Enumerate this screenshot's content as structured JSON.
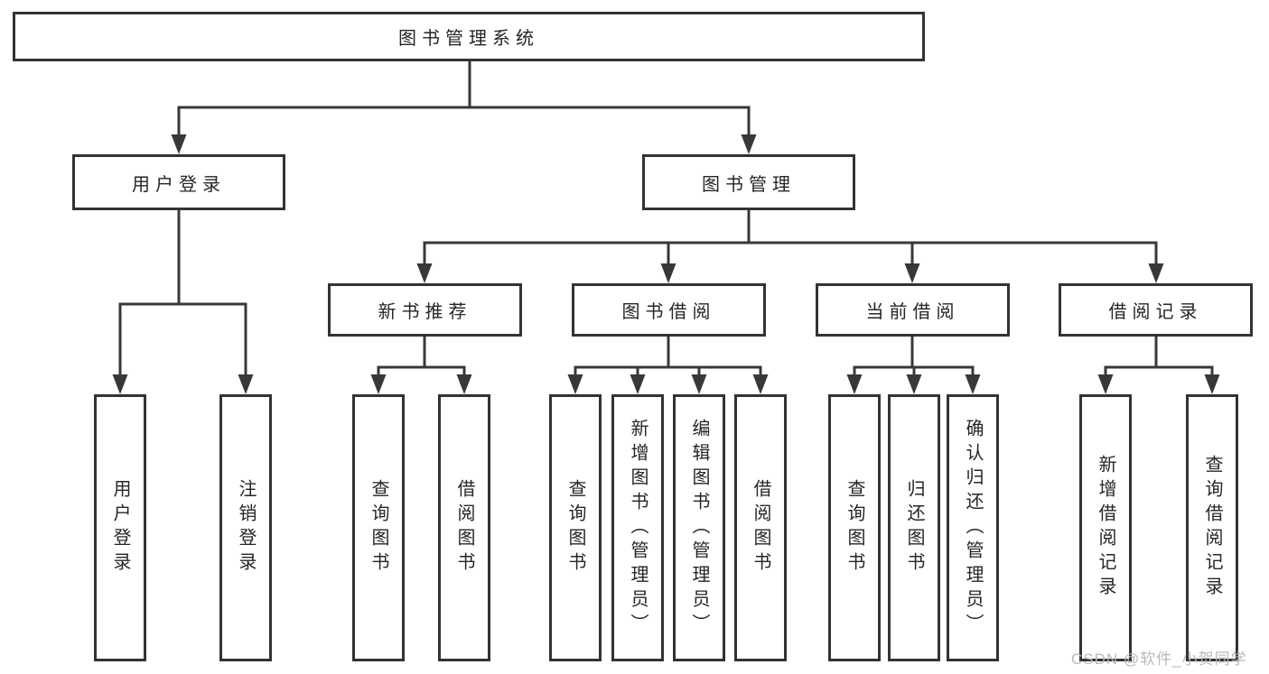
{
  "diagram": {
    "tree": {
      "root": {
        "label": "图书管理系统"
      },
      "user_login": {
        "label": "用户登录",
        "children": [
          {
            "label": "用户登录"
          },
          {
            "label": "注销登录"
          }
        ]
      },
      "book_mgmt": {
        "label": "图书管理"
      },
      "sections": [
        {
          "label": "新书推荐",
          "children": [
            {
              "label": "查询图书"
            },
            {
              "label": "借阅图书"
            }
          ]
        },
        {
          "label": "图书借阅",
          "children": [
            {
              "label": "查询图书"
            },
            {
              "label": "新增图书（管理员）"
            },
            {
              "label": "编辑图书（管理员）"
            },
            {
              "label": "借阅图书"
            }
          ]
        },
        {
          "label": "当前借阅",
          "children": [
            {
              "label": "查询图书"
            },
            {
              "label": "归还图书"
            },
            {
              "label": "确认归还（管理员）"
            }
          ]
        },
        {
          "label": "借阅记录",
          "children": [
            {
              "label": "新增借阅记录"
            },
            {
              "label": "查询借阅记录"
            }
          ]
        }
      ]
    },
    "colors": {
      "background": "#ffffff",
      "box_border": "#333333",
      "line": "#383838",
      "text": "#262626",
      "watermark": "#b9b9b9"
    }
  },
  "watermark": {
    "text": "CSDN @软件_小贺同学"
  }
}
